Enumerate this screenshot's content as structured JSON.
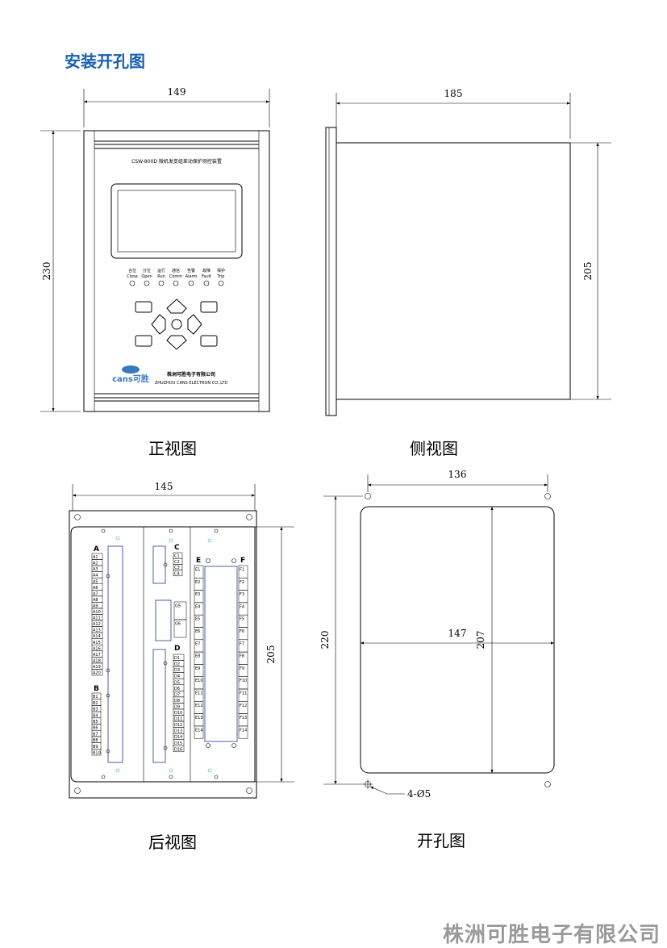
{
  "title": "安装开孔图",
  "footer": "株洲可胜电子有限公司",
  "front_view": {
    "caption": "正视图",
    "width_dim": "149",
    "height_dim": "230",
    "device_name": "CSW-800D 微机发变组差动保护测控装置",
    "leds": [
      {
        "cn": "合位",
        "en": "Close"
      },
      {
        "cn": "分位",
        "en": "Open"
      },
      {
        "cn": "运行",
        "en": "Run"
      },
      {
        "cn": "通信",
        "en": "Comm"
      },
      {
        "cn": "告警",
        "en": "Alarm"
      },
      {
        "cn": "故障",
        "en": "Fault"
      },
      {
        "cn": "保护",
        "en": "Trip"
      }
    ],
    "logo_text": "cans可胜",
    "company_cn": "株洲可胜电子有限公司",
    "company_en": "ZHUZHOU CANS ELECTRON CO.,LTD"
  },
  "side_view": {
    "caption": "侧视图",
    "depth_dim": "185",
    "height_dim": "205"
  },
  "rear_view": {
    "caption": "后视图",
    "width_dim": "145",
    "height_dim": "205",
    "terminal_groups": {
      "A": [
        "A1",
        "A2",
        "A3",
        "A4",
        "A5",
        "A6",
        "A7",
        "A8",
        "A9",
        "A10",
        "A11",
        "A12",
        "A13",
        "A14",
        "A15",
        "A16",
        "A17",
        "A18",
        "A19",
        "A20"
      ],
      "B": [
        "B1",
        "B2",
        "B3",
        "B4",
        "B5",
        "B6",
        "B7",
        "B8",
        "B9",
        "B10"
      ],
      "C": [
        "C1",
        "C2",
        "C3",
        "C4"
      ],
      "G": [
        "G5",
        "G6"
      ],
      "D": [
        "D1",
        "D2",
        "D3",
        "D4",
        "D5",
        "D6",
        "D7",
        "D8",
        "D9",
        "D10",
        "D11",
        "D12",
        "D13",
        "D14",
        "D15",
        "D16"
      ],
      "E": [
        "E1",
        "E2",
        "E3",
        "E4",
        "E5",
        "E6",
        "E7",
        "E8",
        "E9",
        "E10",
        "E11",
        "E12",
        "E13",
        "E14"
      ],
      "F": [
        "F1",
        "F2",
        "F3",
        "F4",
        "F5",
        "F6",
        "F7",
        "F8",
        "F9",
        "F10",
        "F11",
        "F12",
        "F13",
        "F14"
      ]
    }
  },
  "cutout_view": {
    "caption": "开孔图",
    "hole_span_dim": "136",
    "hole_height_dim": "220",
    "cut_width_dim": "147",
    "cut_height_dim": "207",
    "hole_label": "4-Ø5"
  }
}
